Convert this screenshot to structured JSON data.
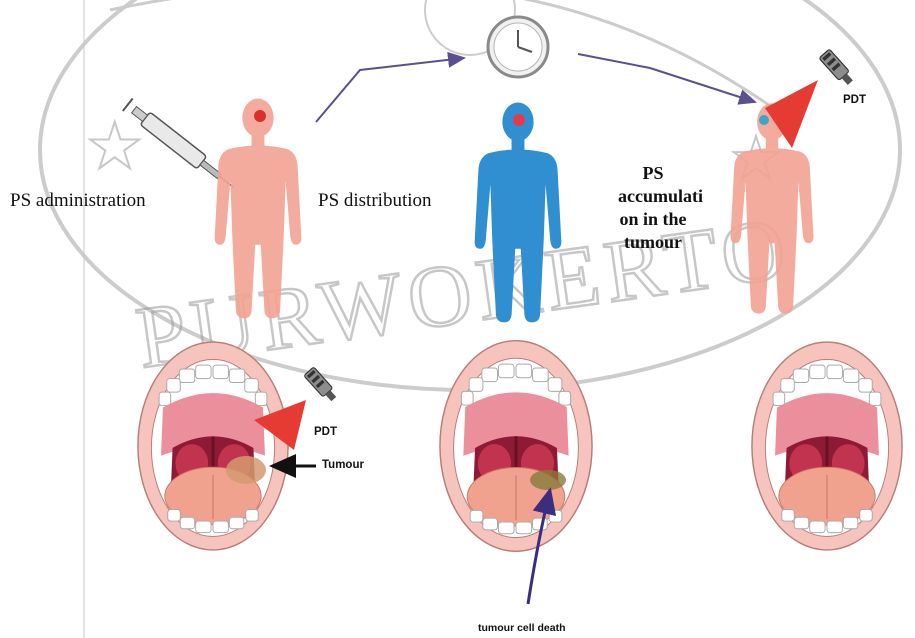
{
  "labels": {
    "ps_administration": "PS administration",
    "ps_distribution": "PS distribution",
    "ps_accumulation_line1": "PS",
    "ps_accumulation_line2": "accumulati",
    "ps_accumulation_line3": "on in the",
    "ps_accumulation_line4": "tumour",
    "pdt_top": "PDT",
    "pdt_bottom": "PDT",
    "tumour": "Tumour",
    "tumour_cell_death": "tumour cell death"
  },
  "watermark": {
    "text": "PURWOKERTO",
    "color": "#9a9a9a"
  },
  "colors": {
    "skin": "#f2a496",
    "blue_body": "#2f8fd0",
    "arrow": "#6a5aa0",
    "laser": "#e63b32",
    "lips": "#f4b8b4",
    "tongue": "#f1a58f",
    "throat": "#a8213d"
  }
}
